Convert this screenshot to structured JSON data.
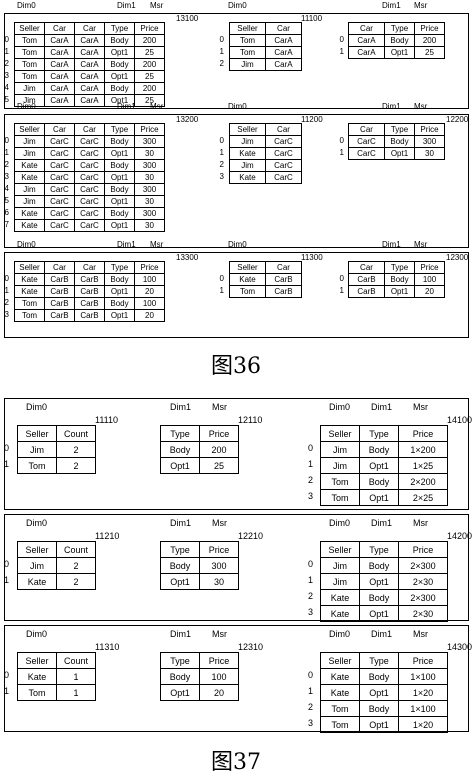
{
  "figure36": {
    "caption": "图36",
    "headers": {
      "left": [
        "Seller",
        "Car",
        "Car",
        "Type",
        "Price"
      ],
      "mid": [
        "Seller",
        "Car"
      ],
      "right": [
        "Car",
        "Type",
        "Price"
      ]
    },
    "labels": {
      "dim0": "Dim0",
      "dim1": "Dim1",
      "msr": "Msr"
    },
    "panels": [
      {
        "ref_left": "13100",
        "ref_mid": "11100",
        "ref_right": null,
        "left_rows": [
          [
            "Tom",
            "CarA",
            "CarA",
            "Body",
            "200"
          ],
          [
            "Tom",
            "CarA",
            "CarA",
            "Opt1",
            "25"
          ],
          [
            "Tom",
            "CarA",
            "CarA",
            "Body",
            "200"
          ],
          [
            "Tom",
            "CarA",
            "CarA",
            "Opt1",
            "25"
          ],
          [
            "Jim",
            "CarA",
            "CarA",
            "Body",
            "200"
          ],
          [
            "Jim",
            "CarA",
            "CarA",
            "Opt1",
            "25"
          ]
        ],
        "mid_rows": [
          [
            "Tom",
            "CarA"
          ],
          [
            "Tom",
            "CarA"
          ],
          [
            "Jim",
            "CarA"
          ]
        ],
        "right_rows": [
          [
            "CarA",
            "Body",
            "200"
          ],
          [
            "CarA",
            "Opt1",
            "25"
          ]
        ]
      },
      {
        "ref_left": "13200",
        "ref_mid": "11200",
        "ref_right": "12200",
        "left_rows": [
          [
            "Jim",
            "CarC",
            "CarC",
            "Body",
            "300"
          ],
          [
            "Jim",
            "CarC",
            "CarC",
            "Opt1",
            "30"
          ],
          [
            "Kate",
            "CarC",
            "CarC",
            "Body",
            "300"
          ],
          [
            "Kate",
            "CarC",
            "CarC",
            "Opt1",
            "30"
          ],
          [
            "Jim",
            "CarC",
            "CarC",
            "Body",
            "300"
          ],
          [
            "Jim",
            "CarC",
            "CarC",
            "Opt1",
            "30"
          ],
          [
            "Kate",
            "CarC",
            "CarC",
            "Body",
            "300"
          ],
          [
            "Kate",
            "CarC",
            "CarC",
            "Opt1",
            "30"
          ]
        ],
        "mid_rows": [
          [
            "Jim",
            "CarC"
          ],
          [
            "Kate",
            "CarC"
          ],
          [
            "Jim",
            "CarC"
          ],
          [
            "Kate",
            "CarC"
          ]
        ],
        "right_rows": [
          [
            "CarC",
            "Body",
            "300"
          ],
          [
            "CarC",
            "Opt1",
            "30"
          ]
        ]
      },
      {
        "ref_left": "13300",
        "ref_mid": "11300",
        "ref_right": "12300",
        "left_rows": [
          [
            "Kate",
            "CarB",
            "CarB",
            "Body",
            "100"
          ],
          [
            "Kate",
            "CarB",
            "CarB",
            "Opt1",
            "20"
          ],
          [
            "Tom",
            "CarB",
            "CarB",
            "Body",
            "100"
          ],
          [
            "Tom",
            "CarB",
            "CarB",
            "Opt1",
            "20"
          ]
        ],
        "mid_rows": [
          [
            "Kate",
            "CarB"
          ],
          [
            "Tom",
            "CarB"
          ]
        ],
        "right_rows": [
          [
            "CarB",
            "Body",
            "100"
          ],
          [
            "CarB",
            "Opt1",
            "20"
          ]
        ]
      }
    ]
  },
  "figure37": {
    "caption": "图37",
    "headers": {
      "count": [
        "Seller",
        "Count"
      ],
      "price": [
        "Type",
        "Price"
      ],
      "result": [
        "Seller",
        "Type",
        "Price"
      ]
    },
    "labels": {
      "dim0": "Dim0",
      "dim1": "Dim1",
      "msr": "Msr"
    },
    "panels": [
      {
        "ref_count": "11110",
        "ref_price": "12110",
        "ref_result": "14100",
        "count_rows": [
          [
            "Jim",
            "2"
          ],
          [
            "Tom",
            "2"
          ]
        ],
        "price_rows": [
          [
            "Body",
            "200"
          ],
          [
            "Opt1",
            "25"
          ]
        ],
        "result_rows": [
          [
            "Jim",
            "Body",
            "1×200"
          ],
          [
            "Jim",
            "Opt1",
            "1×25"
          ],
          [
            "Tom",
            "Body",
            "2×200"
          ],
          [
            "Tom",
            "Opt1",
            "2×25"
          ]
        ]
      },
      {
        "ref_count": "11210",
        "ref_price": "12210",
        "ref_result": "14200",
        "count_rows": [
          [
            "Jim",
            "2"
          ],
          [
            "Kate",
            "2"
          ]
        ],
        "price_rows": [
          [
            "Body",
            "300"
          ],
          [
            "Opt1",
            "30"
          ]
        ],
        "result_rows": [
          [
            "Jim",
            "Body",
            "2×300"
          ],
          [
            "Jim",
            "Opt1",
            "2×30"
          ],
          [
            "Kate",
            "Body",
            "2×300"
          ],
          [
            "Kate",
            "Opt1",
            "2×30"
          ]
        ]
      },
      {
        "ref_count": "11310",
        "ref_price": "12310",
        "ref_result": "14300",
        "count_rows": [
          [
            "Kate",
            "1"
          ],
          [
            "Tom",
            "1"
          ]
        ],
        "price_rows": [
          [
            "Body",
            "100"
          ],
          [
            "Opt1",
            "20"
          ]
        ],
        "result_rows": [
          [
            "Kate",
            "Body",
            "1×100"
          ],
          [
            "Kate",
            "Opt1",
            "1×20"
          ],
          [
            "Tom",
            "Body",
            "1×100"
          ],
          [
            "Tom",
            "Opt1",
            "1×20"
          ]
        ]
      }
    ]
  }
}
